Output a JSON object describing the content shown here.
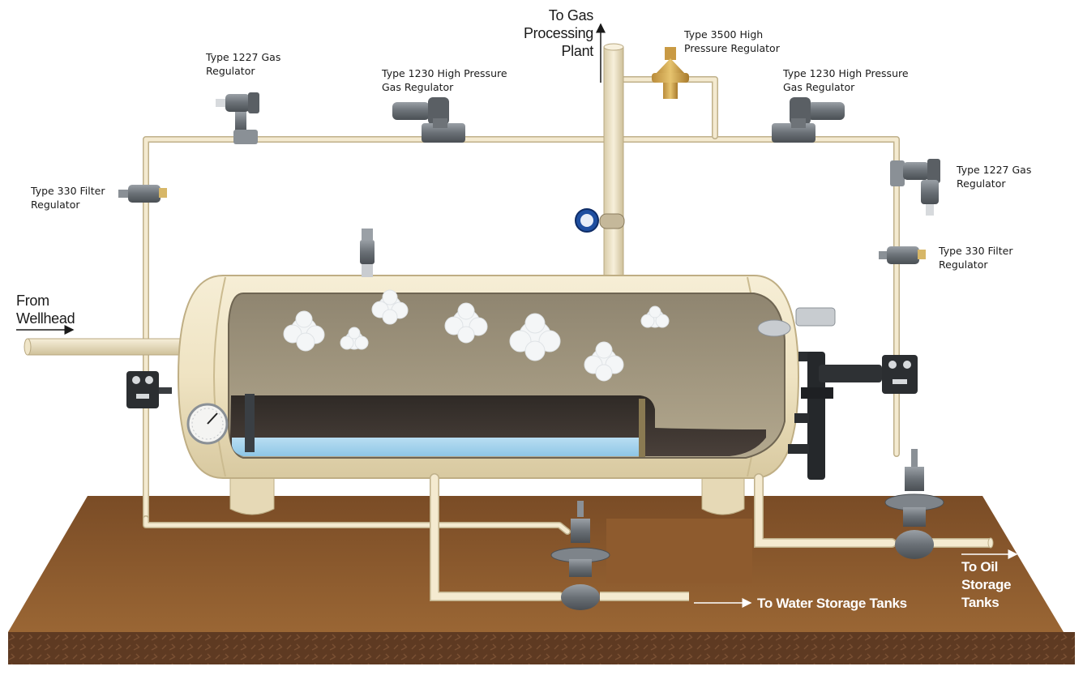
{
  "labels": {
    "to_gas_plant": "To Gas\nProcessing\nPlant",
    "from_wellhead": "From\nWellhead",
    "to_water": "To Water Storage Tanks",
    "to_oil": "To Oil\nStorage\nTanks",
    "reg_1227_left": "Type 1227 Gas\nRegulator",
    "reg_1230_left": "Type 1230 High Pressure\nGas Regulator",
    "reg_3500": "Type 3500 High\nPressure Regulator",
    "reg_1230_right": "Type 1230 High Pressure\nGas Regulator",
    "reg_1227_right": "Type 1227 Gas\nRegulator",
    "filter_330_left": "Type 330 Filter\nRegulator",
    "filter_330_right": "Type 330 Filter\nRegulator"
  },
  "colors": {
    "ground_top": "#8a5a2e",
    "ground_side": "#5a3620",
    "vessel_shell": "#f1e6c8",
    "vessel_interior": "#a89c84",
    "liquid_oil": "#3a3430",
    "liquid_water": "#a6d4ec",
    "pipe": "#efe4c6",
    "regulator_gray": "#6e7378"
  }
}
